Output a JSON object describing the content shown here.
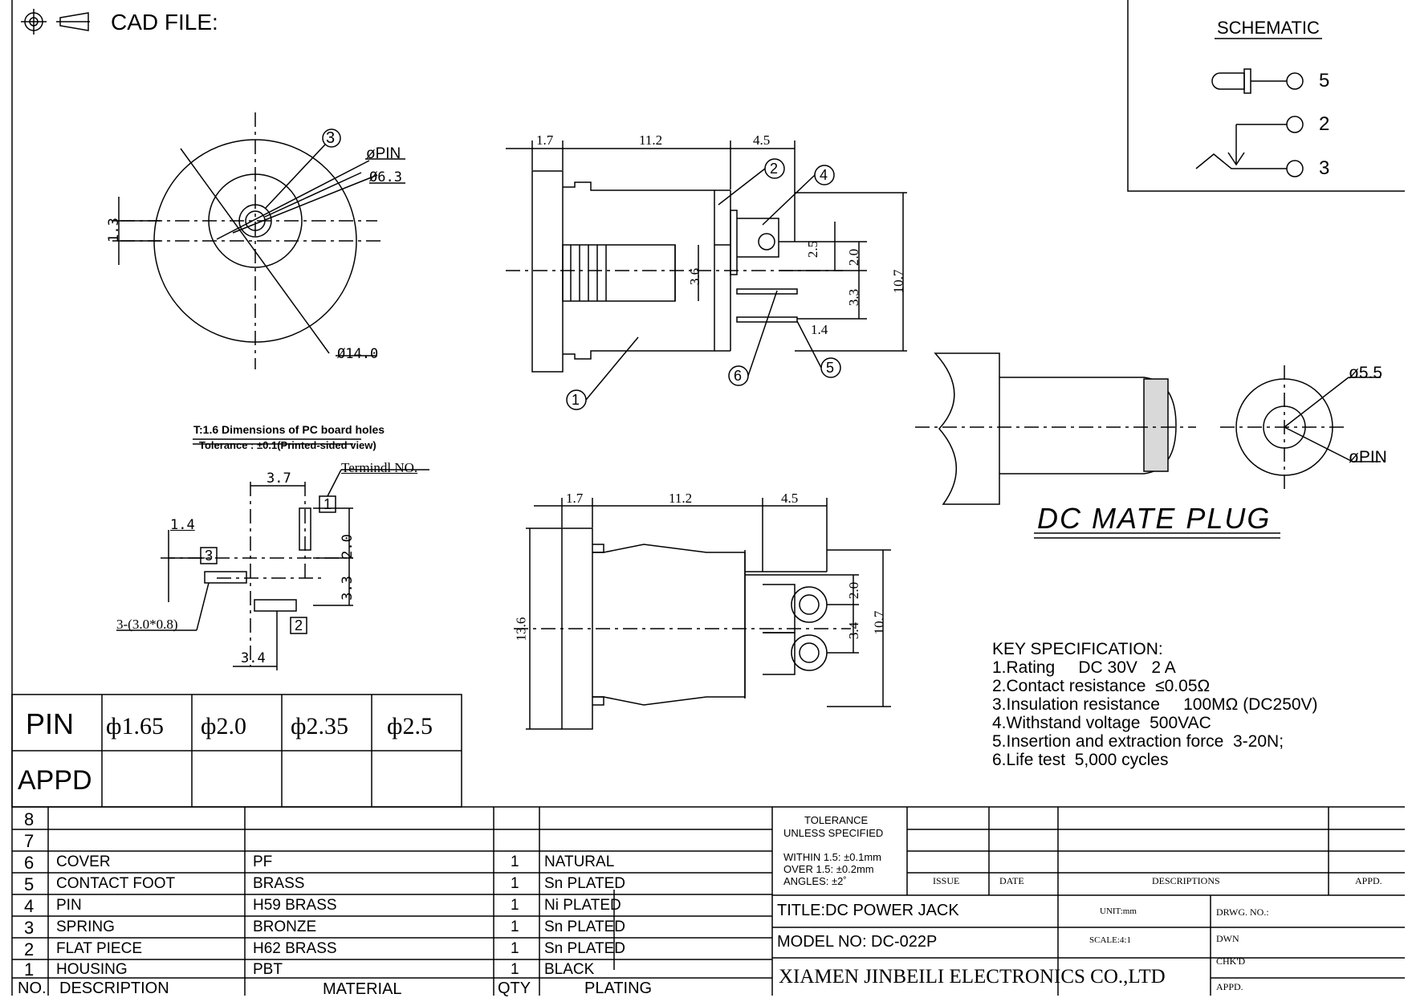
{
  "header": {
    "cad_label": "CAD FILE:"
  },
  "schematic": {
    "title": "SCHEMATIC",
    "pins": [
      "5",
      "2",
      "3"
    ]
  },
  "front_view": {
    "callout": "3",
    "d_pin": "øPIN",
    "d_outer": "Ø6.3",
    "d_body": "Ø14.0",
    "offset": "1.3"
  },
  "side_view": {
    "dims": {
      "a": "1.7",
      "b": "11.2",
      "c": "4.5",
      "d1": "2.5",
      "d2": "2.0",
      "d3": "3.6",
      "d4": "3.3",
      "d5": "1.4",
      "h": "10.7"
    },
    "callouts": [
      "1",
      "2",
      "4",
      "5",
      "6"
    ]
  },
  "pcb": {
    "title": "T:1.6 Dimensions of PC board holes",
    "subtitle": "Tolerance : ±0.1(Printed-sided view)",
    "terminal_label": "Termindl NO.",
    "dims": {
      "w1": "3.7",
      "w2": "1.4",
      "h1": "2.0",
      "h2": "3.3",
      "slot": "3-(3.0*0.8)",
      "w3": "3.4"
    },
    "terminals": [
      "1",
      "3",
      "2"
    ]
  },
  "top_view": {
    "dims": {
      "a": "1.7",
      "b": "11.2",
      "c": "4.5",
      "h": "13.6",
      "p1": "2.0",
      "p2": "3.4",
      "p3": "10.7"
    }
  },
  "plug": {
    "d_outer": "ø5.5",
    "d_pin": "øPIN",
    "label": "DC MATE PLUG"
  },
  "spec": {
    "title": "KEY SPECIFICATION:",
    "lines": [
      "1.Rating     DC 30V   2 A",
      "2.Contact resistance  ≤0.05Ω",
      "3.Insulation resistance     100MΩ (DC250V)",
      "4.Withstand voltage  500VAC",
      "5.Insertion and extraction force  3-20N;",
      "6.Life test  5,000 cycles"
    ]
  },
  "pin_table": {
    "pin_label": "PIN",
    "appd_label": "APPD",
    "sizes": [
      "ф1.65",
      "ф2.0",
      "ф2.35",
      "ф2.5"
    ]
  },
  "bom": {
    "headers": [
      "NO.",
      "DESCRIPTION",
      "MATERIAL",
      "QTY",
      "PLATING"
    ],
    "rows": [
      [
        "8",
        "",
        "",
        "",
        ""
      ],
      [
        "7",
        "",
        "",
        "",
        ""
      ],
      [
        "6",
        "COVER",
        "PF",
        "1",
        "NATURAL"
      ],
      [
        "5",
        "CONTACT FOOT",
        "BRASS",
        "1",
        "Sn PLATED"
      ],
      [
        "4",
        "PIN",
        "H59 BRASS",
        "1",
        "Ni PLATED"
      ],
      [
        "3",
        "SPRING",
        "BRONZE",
        "1",
        "Sn PLATED"
      ],
      [
        "2",
        "FLAT PIECE",
        "H62 BRASS",
        "1",
        "Sn PLATED"
      ],
      [
        "1",
        "HOUSING",
        "PBT",
        "1",
        "BLACK"
      ]
    ]
  },
  "title_block": {
    "tol_title1": "TOLERANCE",
    "tol_title2": "UNLESS SPECIFIED",
    "tol_l1": "WITHIN 1.5: ±0.1mm",
    "tol_l2": "OVER 1.5:  ±0.2mm",
    "tol_l3": "ANGLES: ±2˚",
    "rev_headers": [
      "ISSUE",
      "DATE",
      "DESCRIPTIONS",
      "APPD."
    ],
    "title": "TITLE:DC POWER JACK",
    "model": "MODEL NO: DC-022P",
    "unit": "UNIT:mm",
    "scale": "SCALE:4:1",
    "drwg": "DRWG. NO.:",
    "dwn": "DWN",
    "chkd": "CHK'D",
    "appd": "APPD.",
    "company": "XIAMEN JINBEILI ELECTRONICS CO.,LTD"
  }
}
